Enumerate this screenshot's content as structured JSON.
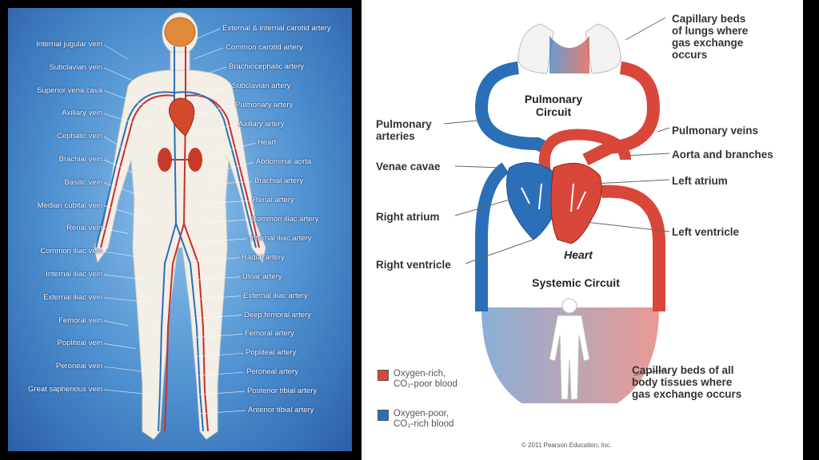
{
  "left": {
    "left_labels": [
      "Internal jugular vein",
      "Subclavian vein",
      "Superior vena cava",
      "Axillary vein",
      "Cephalic vein",
      "Brachial vein",
      "Basilic vein",
      "Median cubital vein",
      "Renal vein",
      "Common iliac vein",
      "Internal iliac vein",
      "External iliac vein",
      "Femoral vein",
      "Popliteal vein",
      "Peroneal vein",
      "Great saphenous vein"
    ],
    "right_labels": [
      "External & internal carotid artery",
      "Common carotid artery",
      "Brachiocephalic artery",
      "Subclavian artery",
      "Pulmonary artery",
      "Axillary artery",
      "Heart",
      "Abdominal aorta",
      "Brachial artery",
      "Renal artery",
      "Common iliac artery",
      "Internal iliac artery",
      "Radial artery",
      "Ulnar artery",
      "External iliac artery",
      "Deep femoral artery",
      "Femoral artery",
      "Popliteal artery",
      "Peroneal artery",
      "Posterior tibial artery",
      "Anterior tibial artery"
    ]
  },
  "right": {
    "titles": {
      "pulmonary": "Pulmonary\nCircuit",
      "systemic": "Systemic Circuit",
      "heart": "Heart"
    },
    "labels": {
      "cap_lungs": "Capillary beds\nof lungs where\ngas exchange\noccurs",
      "pulm_arteries": "Pulmonary\narteries",
      "pulm_veins": "Pulmonary veins",
      "aorta": "Aorta and branches",
      "venae_cavae": "Venae cavae",
      "left_atrium": "Left atrium",
      "right_atrium": "Right atrium",
      "left_ventricle": "Left ventricle",
      "right_ventricle": "Right ventricle",
      "cap_body": "Capillary beds of all\nbody tissues where\ngas exchange occurs"
    },
    "legend": [
      {
        "text": "Oxygen-rich,\nCO₂-poor blood",
        "color": "#d9473a"
      },
      {
        "text": "Oxygen-poor,\nCO₂-rich blood",
        "color": "#2a6fb8"
      }
    ],
    "copyright": "© 2011 Pearson Education, Inc."
  },
  "colors": {
    "artery": "#c8302a",
    "vein": "#2a6fb8",
    "oxy_rich": "#d9473a",
    "oxy_poor": "#2a6fb8"
  }
}
